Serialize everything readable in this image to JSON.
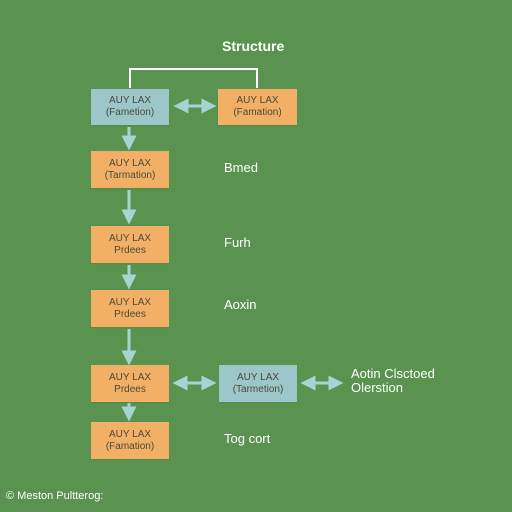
{
  "diagram": {
    "title": "Structure",
    "colors": {
      "background": "#5a9350",
      "orange_box": "#f2b066",
      "blue_box": "#9cc6c9",
      "connector": "#a7d3d3",
      "bracket": "#ffffff"
    },
    "nodes": [
      {
        "id": "n1",
        "line1": "AUY LAX",
        "line2": "(Fametion)"
      },
      {
        "id": "n2",
        "line1": "AUY LAX",
        "line2": "(Famation)"
      },
      {
        "id": "n3",
        "line1": "AUY LAX",
        "line2": "(Tarmation)"
      },
      {
        "id": "n4",
        "line1": "AUY LAX",
        "line2": "Prdees"
      },
      {
        "id": "n5",
        "line1": "AUY LAX",
        "line2": "Prdees"
      },
      {
        "id": "n6",
        "line1": "AUY LAX",
        "line2": "Prdees"
      },
      {
        "id": "n7",
        "line1": "AUY LAX",
        "line2": "(Tarmetion)"
      },
      {
        "id": "n8",
        "line1": "AUY LAX",
        "line2": "(Famation)"
      }
    ],
    "side_labels": {
      "bmed": "Bmed",
      "furh": "Furh",
      "aoxin": "Aoxin",
      "side_right_line1": "Aotin Clsctoed",
      "side_right_line2": "Olerstion",
      "tog_cort": "Tog cort"
    },
    "footer": "© Meston Pultterog:"
  }
}
